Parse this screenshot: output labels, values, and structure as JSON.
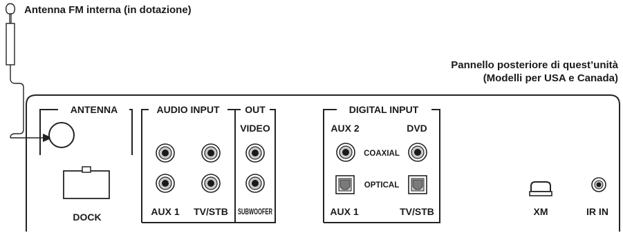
{
  "antenna_caption": "Antenna FM interna (in dotazione)",
  "panel_caption": {
    "line1": "Pannello posteriore di quest’unità",
    "line2": "(Modelli per USA e Canada)"
  },
  "sections": {
    "antenna": "ANTENNA",
    "audio_input": "AUDIO INPUT",
    "out": "OUT",
    "digital_input": "DIGITAL INPUT"
  },
  "labels": {
    "dock": "DOCK",
    "video": "VIDEO",
    "aux1_audio": "AUX 1",
    "tvstb_audio": "TV/STB",
    "subwoofer": "SUBWOOFER",
    "aux2": "AUX 2",
    "dvd": "DVD",
    "coaxial": "COAXIAL",
    "optical": "OPTICAL",
    "aux1_digital": "AUX 1",
    "tvstb_digital": "TV/STB",
    "xm": "XM",
    "ir_in": "IR IN"
  }
}
